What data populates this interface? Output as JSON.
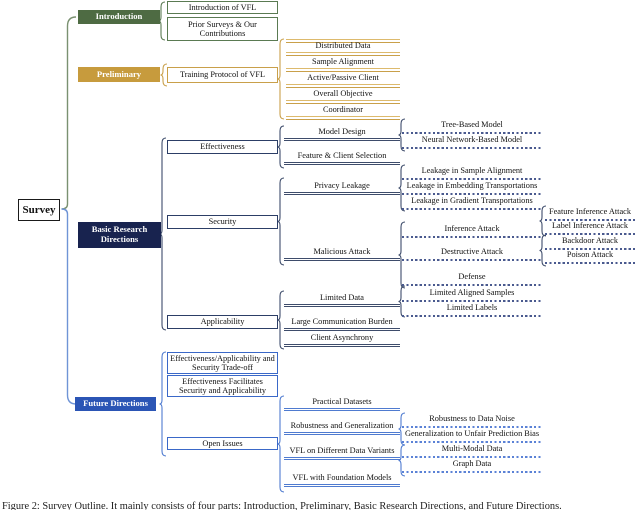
{
  "figure": {
    "root_label": "Survey",
    "caption": "Figure 2: Survey Outline. It mainly consists of four parts: Introduction, Preliminary, Basic Research Directions, and Future Directions."
  },
  "colors": {
    "green_fill": "#4e6b43",
    "gold_fill": "#c79b3d",
    "navy_fill": "#18234f",
    "blue_fill": "#2b55b5",
    "green_line": "#5a7a52",
    "gold_line": "#c9a04a",
    "navy_line": "#3e4c6b",
    "blue_line": "#4f7bd0",
    "navy_dash": "#4a5a8f",
    "blue_dash": "#5b82d6",
    "spine_green": "#7a9171",
    "spine_blue": "#6f94d6"
  },
  "introduction": {
    "label": "Introduction",
    "intro_vfl": "Introduction of VFL",
    "prior_surveys": "Prior Surveys & Our Contributions"
  },
  "preliminary": {
    "label": "Preliminary",
    "training_protocol": "Training Protocol of VFL",
    "topics": [
      "Distributed Data",
      "Sample Alignment",
      "Active/Passive Client",
      "Overall Objective",
      "Coordinator"
    ]
  },
  "basic_research": {
    "label": "Basic Research Directions",
    "effectiveness": {
      "label": "Effectiveness",
      "model_design": "Model Design",
      "model_types": [
        "Tree-Based Model",
        "Neural Network-Based Model"
      ],
      "feature_client_selection": "Feature & Client Selection"
    },
    "security": {
      "label": "Security",
      "privacy_leakage": "Privacy Leakage",
      "leakages": [
        "Leakage in Sample Alignment",
        "Leakage in Embedding Transportations",
        "Leakage in Gradient Transportations"
      ],
      "malicious_attack": "Malicious Attack",
      "inference_attack": "Inference Attack",
      "inference_types": [
        "Feature Inference Attack",
        "Label Inference Attack"
      ],
      "destructive_attack": "Destructive Attack",
      "destructive_types": [
        "Backdoor Attack",
        "Poison Attack"
      ],
      "defense": "Defense"
    },
    "applicability": {
      "label": "Applicability",
      "limited_data": "Limited Data",
      "limited_types": [
        "Limited Aligned Samples",
        "Limited Labels"
      ],
      "communication_burden": "Large Communication Burden",
      "client_asynchrony": "Client Asynchrony"
    }
  },
  "future_directions": {
    "label": "Future Directions",
    "tradeoff": "Effectiveness/Applicability and Security Trade-off",
    "facilitates": "Effectiveness Facilitates Security and Applicability",
    "open_issues": {
      "label": "Open Issues",
      "practical_datasets": "Practical Datasets",
      "robustness_generalization": "Robustness and Generalization",
      "robustness_types": [
        "Robustness to Data Noise",
        "Generalization to Unfair Prediction Bias"
      ],
      "data_variants": "VFL on Different  Data Variants",
      "variant_types": [
        "Multi-Modal Data",
        "Graph Data"
      ],
      "foundation_models": "VFL with Foundation Models"
    }
  }
}
